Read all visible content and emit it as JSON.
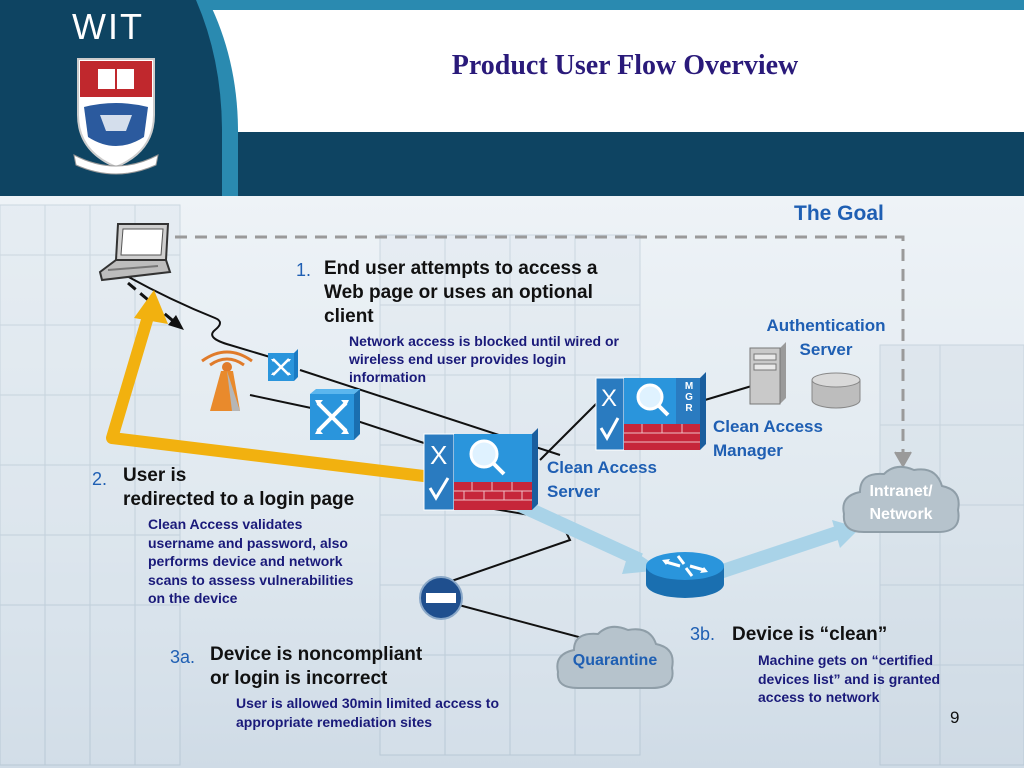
{
  "header": {
    "logo_text": "WIT",
    "title": "Product User Flow Overview"
  },
  "diagram": {
    "goal_label": "The Goal",
    "step1": {
      "number": "1.",
      "heading": "End user attempts to access a\nWeb page or uses an optional\nclient",
      "detail": "Network access is blocked until wired or\nwireless end user provides login\ninformation"
    },
    "step2": {
      "number": "2.",
      "heading": "User is\nredirected to a login page",
      "detail": "Clean Access validates\nusername and password, also\nperforms device and network\nscans to assess vulnerabilities\non the device"
    },
    "step3a": {
      "number": "3a.",
      "heading": "Device is noncompliant\nor login is incorrect",
      "detail": "User is allowed 30min limited access to\nappropriate remediation sites"
    },
    "step3b": {
      "number": "3b.",
      "heading": "Device is “clean”",
      "detail": "Machine gets on “certified\ndevices list” and is granted\naccess to network"
    },
    "labels": {
      "auth_server": "Authentication\nServer",
      "ca_manager": "Clean Access\nManager",
      "ca_server": "Clean Access\nServer",
      "intranet": "Intranet/\nNetwork",
      "quarantine": "Quarantine",
      "mgr_badge": "M\nG\nR"
    }
  },
  "footer": {
    "page_number": "9"
  }
}
